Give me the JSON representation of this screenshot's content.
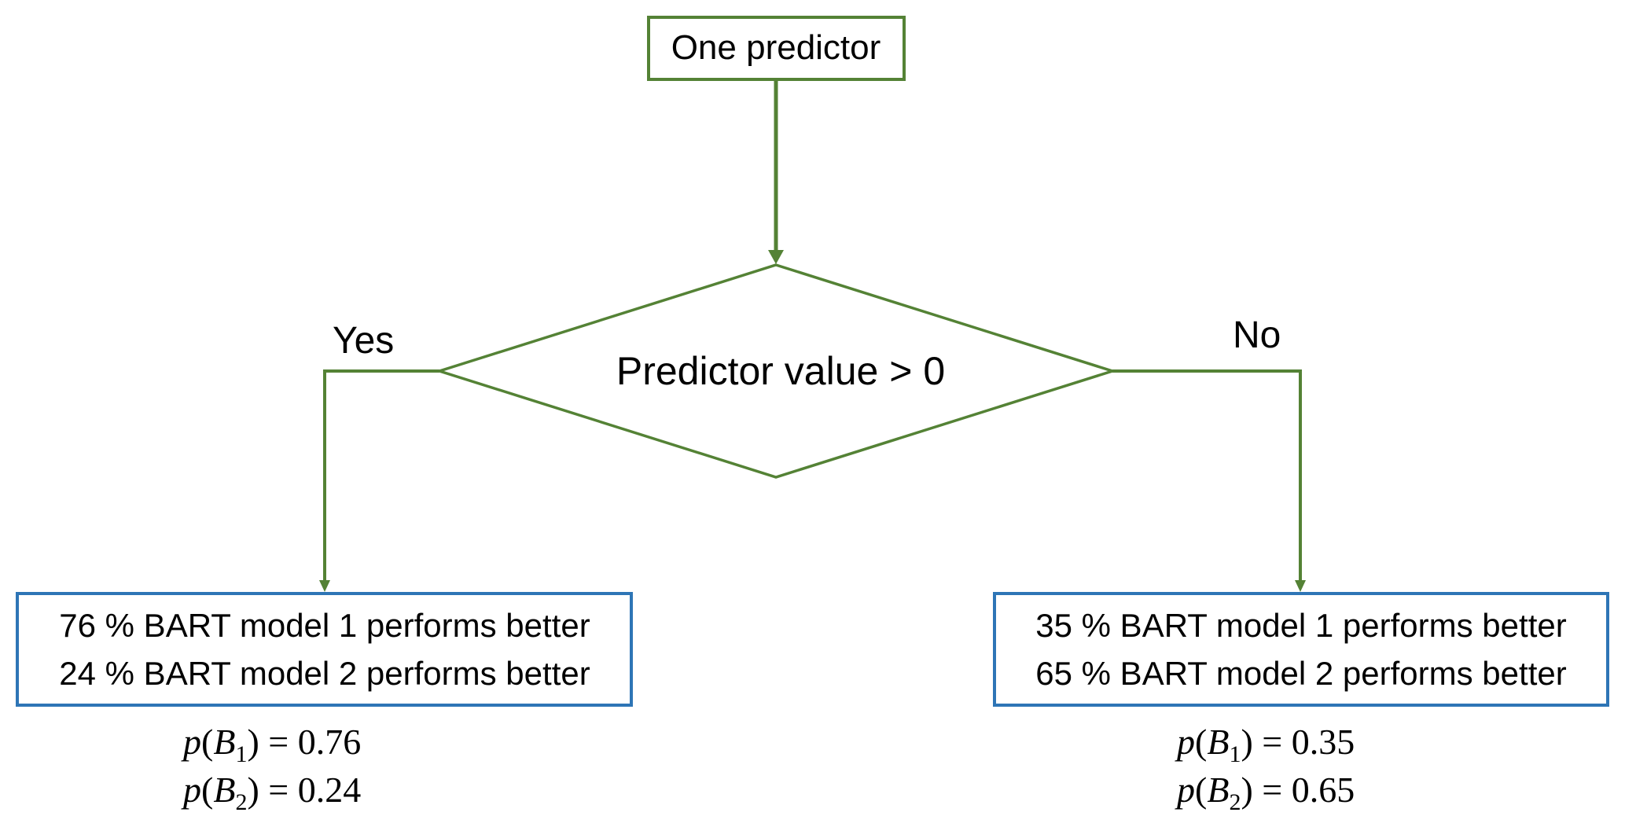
{
  "start": {
    "label": "One predictor"
  },
  "decision": {
    "label": "Predictor value > 0"
  },
  "branches": {
    "yes_label": "Yes",
    "no_label": "No"
  },
  "outcomes": {
    "left": {
      "line1": "76 % BART model 1 performs better",
      "line2": "24 % BART model 2 performs better",
      "p1": "0.76",
      "p2": "0.24"
    },
    "right": {
      "line1": "35 % BART model 1 performs better",
      "line2": "65 % BART model 2 performs better",
      "p1": "0.35",
      "p2": "0.65"
    }
  },
  "colors": {
    "flow": "#548235",
    "outcome_border": "#2e75b6"
  }
}
